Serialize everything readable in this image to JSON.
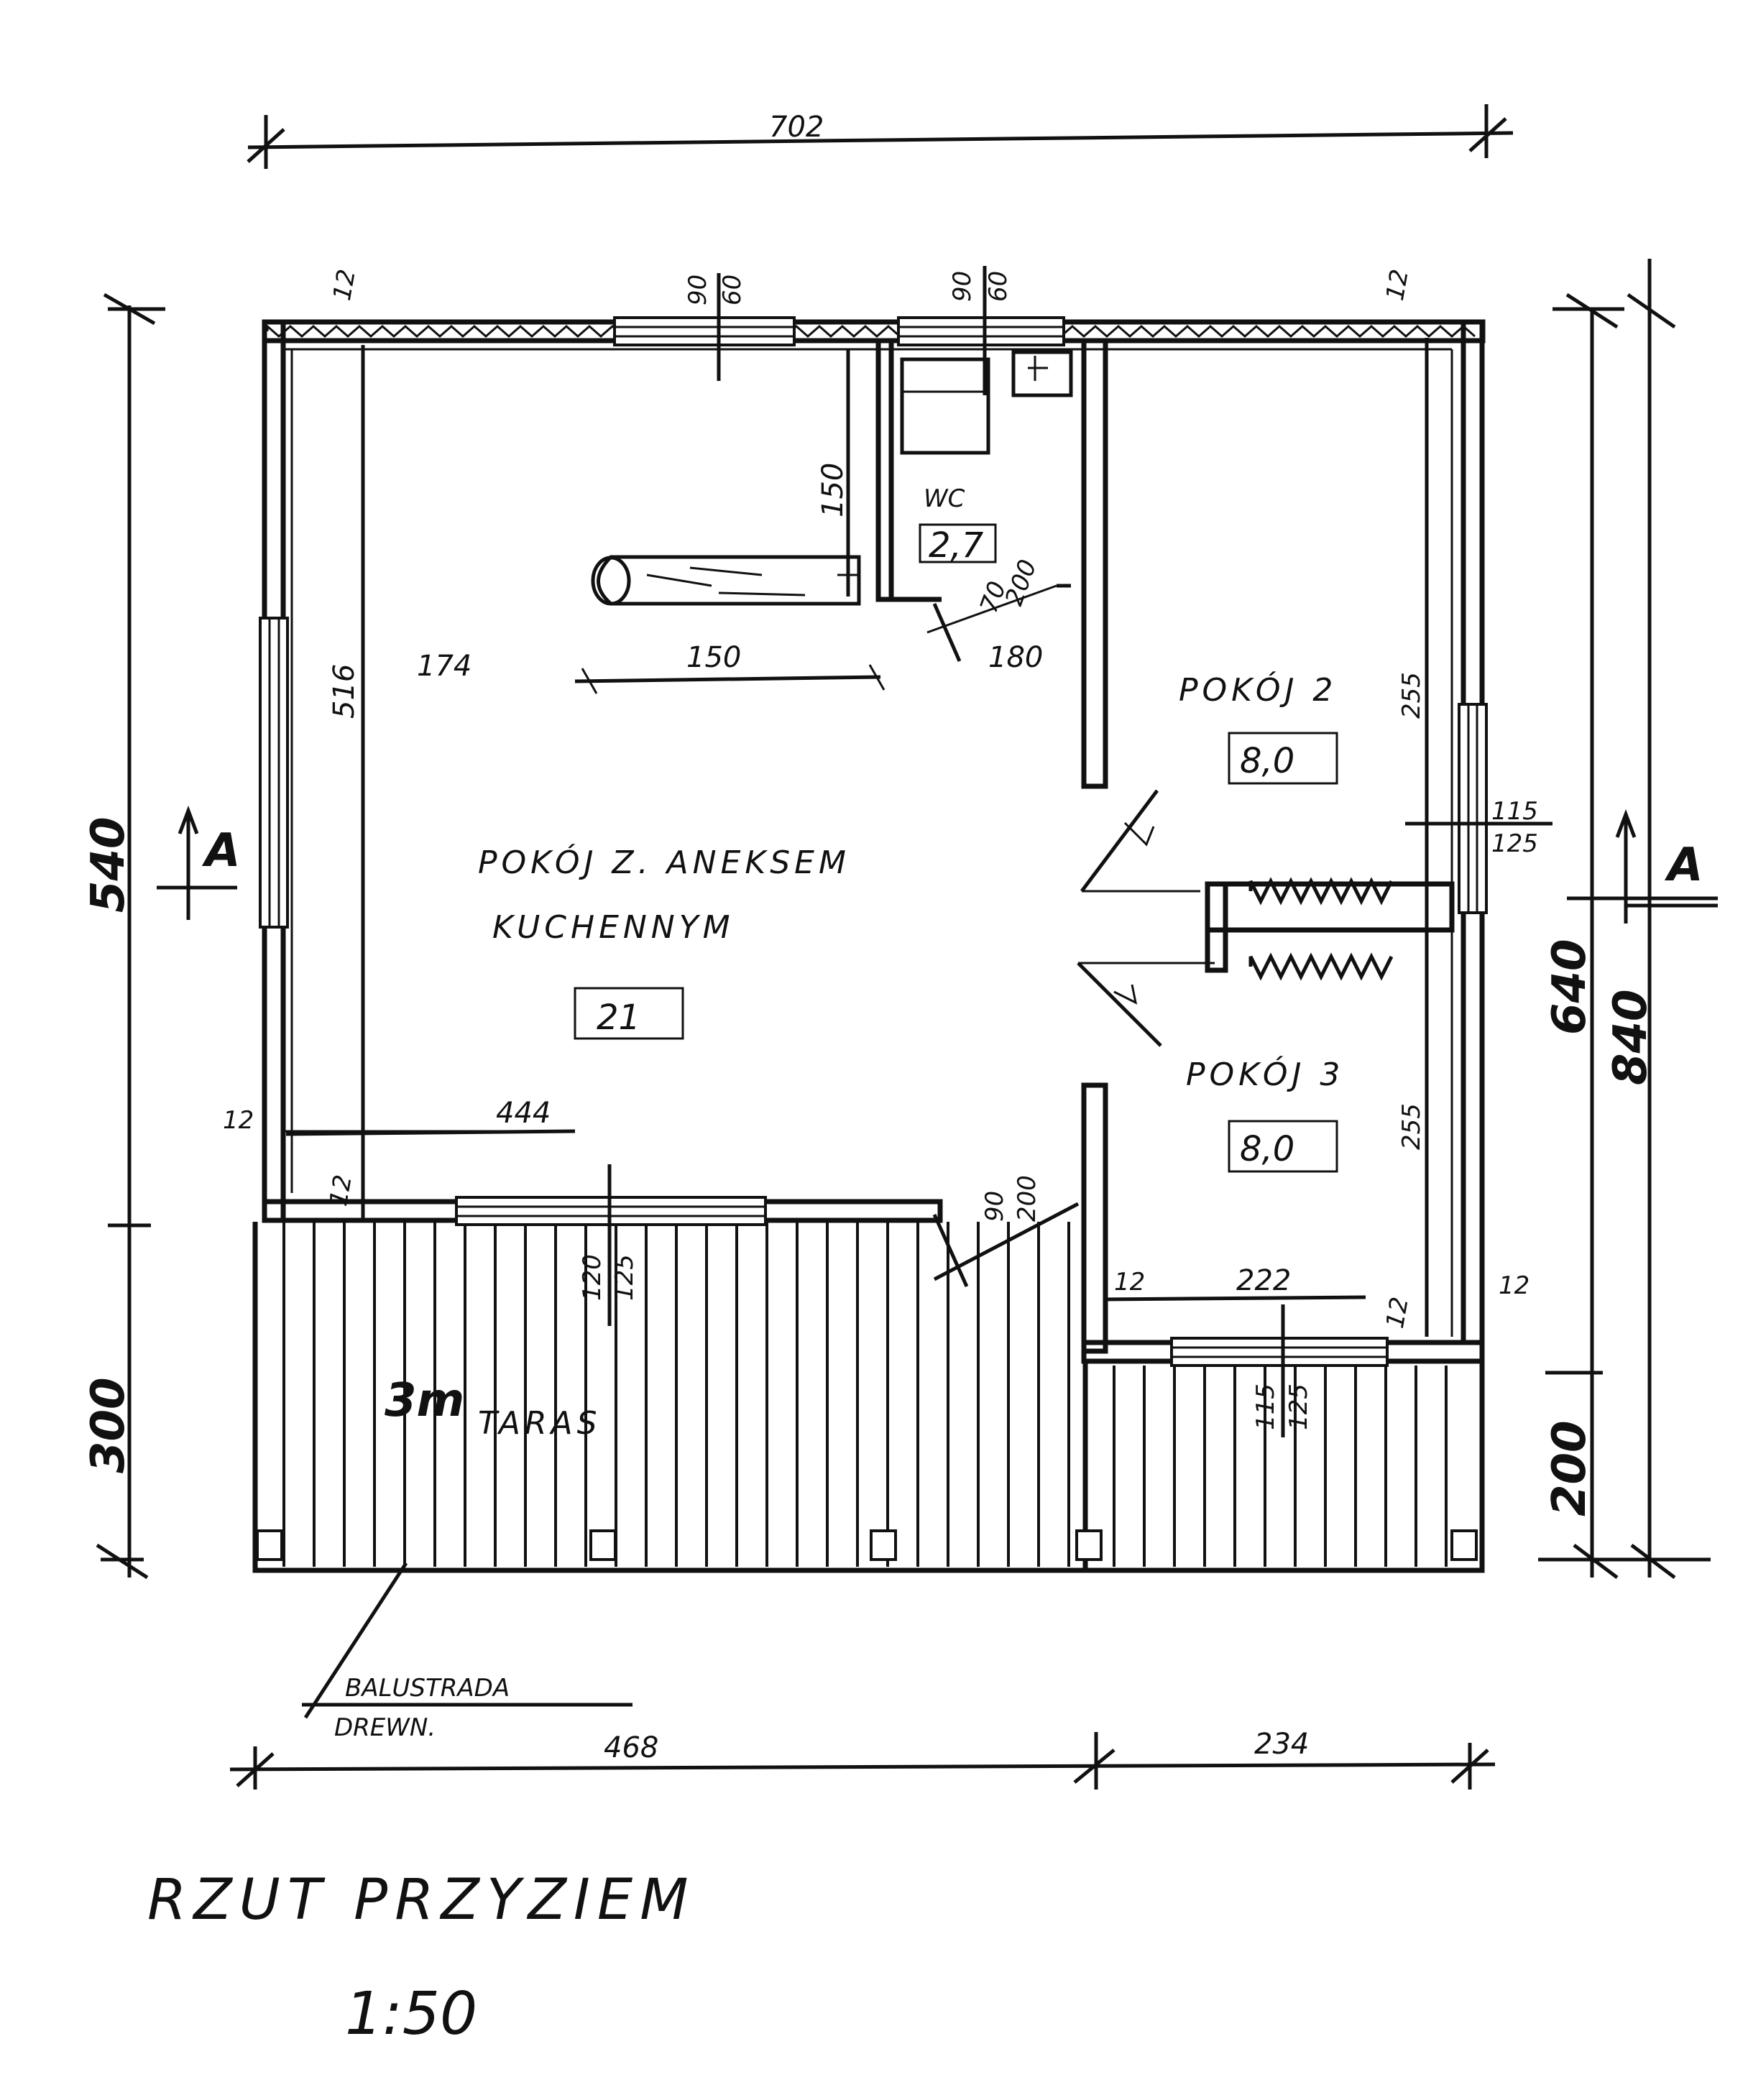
{
  "drawing": {
    "title": "RZUT PRZYZIEM",
    "scale": "1:50"
  },
  "dimensions": {
    "overall_width": "702",
    "left_total": "540",
    "left_lower": "300",
    "right_total": "840",
    "right_upper": "640",
    "right_lower": "200",
    "bottom_left": "468",
    "bottom_right": "234",
    "interior_height": "516",
    "interior_width": "444",
    "kitchen_174": "174",
    "kitchen_150": "150",
    "kitchen_180": "180",
    "counter_150": "150",
    "room2_height": "255",
    "room3_height": "255",
    "room3_width": "222",
    "wall_12_top_left": "12",
    "wall_12_top_right": "12",
    "wall_12_left": "12",
    "wall_12_bottom_left": "12",
    "wall_12_r3_left": "12",
    "wall_12_r3_right": "12",
    "wall_12_r3_outer": "12",
    "window_top1_a": "90",
    "window_top1_b": "60",
    "window_top2_a": "90",
    "window_top2_b": "60",
    "window_right_a": "115",
    "window_right_b": "125",
    "window_bottom1_a": "120",
    "window_bottom1_b": "125",
    "door_terrace_a": "90",
    "door_terrace_b": "200",
    "wc_door_a": "70",
    "wc_door_b": "200",
    "window_r3_a": "115",
    "window_r3_b": "125"
  },
  "rooms": {
    "kitchen_label_1": "POKÓJ Z. ANEKSEM",
    "kitchen_label_2": "KUCHENNYM",
    "kitchen_area": "21",
    "wc_label": "WC",
    "wc_area": "2,7",
    "room2_label": "POKÓJ 2",
    "room2_area": "8,0",
    "room3_label": "POKÓJ 3",
    "room3_area": "8,0",
    "terrace_label": "TARAS",
    "terrace_note": "3m"
  },
  "notes": {
    "balustrade_1": "BALUSTRADA",
    "balustrade_2": "DREWN.",
    "section_marker": "A"
  }
}
